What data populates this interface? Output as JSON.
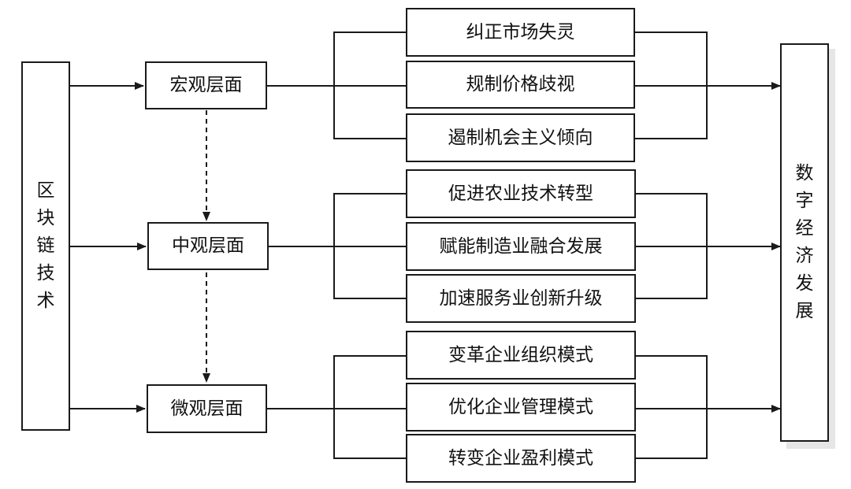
{
  "source": {
    "chars": [
      "区",
      "块",
      "链",
      "技",
      "术"
    ]
  },
  "levels": {
    "macro": "宏观层面",
    "meso": "中观层面",
    "micro": "微观层面"
  },
  "effects": {
    "macro": [
      "纠正市场失灵",
      "规制价格歧视",
      "遏制机会主义倾向"
    ],
    "meso": [
      "促进农业技术转型",
      "赋能制造业融合发展",
      "加速服务业创新升级"
    ],
    "micro": [
      "变革企业组织模式",
      "优化企业管理模式",
      "转变企业盈利模式"
    ]
  },
  "target": {
    "chars": [
      "数",
      "字",
      "经",
      "济",
      "发",
      "展"
    ]
  }
}
